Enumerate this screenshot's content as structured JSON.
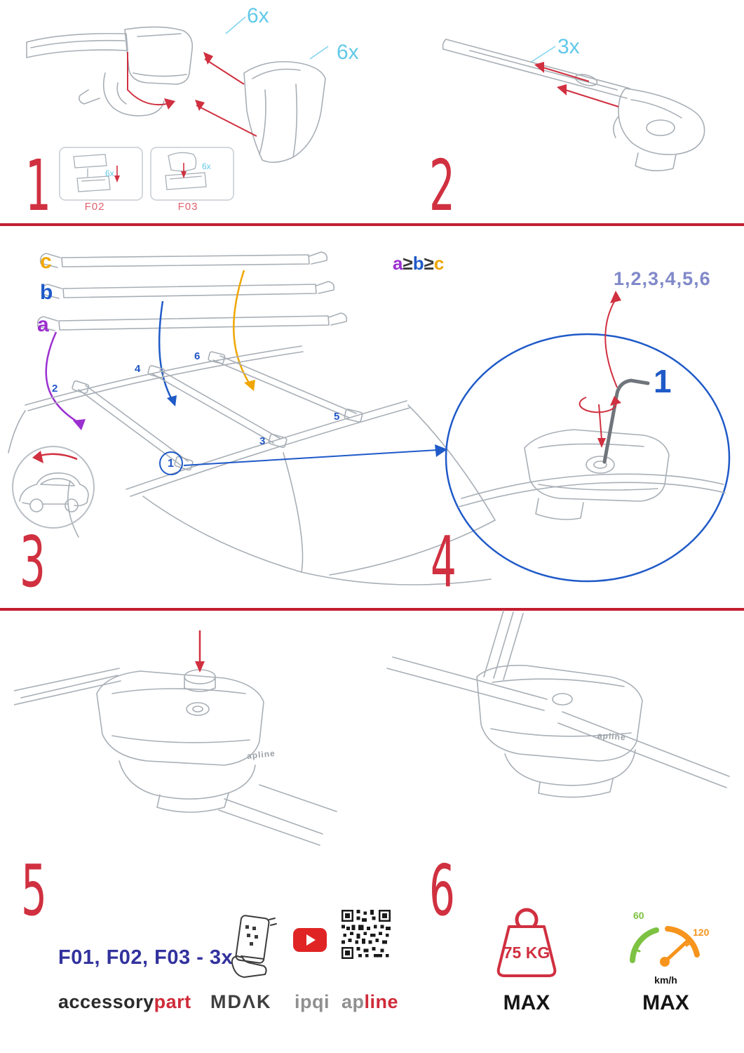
{
  "colors": {
    "red": "#d03040",
    "cyan": "#62c9e9",
    "blue": "#1f5ac8",
    "purple": "#9b30d0",
    "orange": "#efa600",
    "navy": "#32329e",
    "sketch_gray": "#a8afb6",
    "green": "#7dc242",
    "speed_orange": "#f7941d"
  },
  "step1": {
    "number": "1",
    "qty_clamp": "6x",
    "qty_cover": "6x",
    "box1": {
      "label": "F02",
      "qty": "6x"
    },
    "box2": {
      "label": "F03",
      "qty": "6x"
    }
  },
  "step2": {
    "number": "2",
    "qty": "3x"
  },
  "step3": {
    "number": "3",
    "bars": {
      "a": "a",
      "b": "b",
      "c": "c"
    },
    "rule": {
      "a": "a",
      "ge1": "≥",
      "b": "b",
      "ge2": "≥",
      "c": "c"
    },
    "positions": [
      "1",
      "2",
      "3",
      "4",
      "5",
      "6"
    ]
  },
  "step4": {
    "number": "4",
    "sequence": "1,2,3,4,5,6",
    "tool_label": "1"
  },
  "step5": {
    "number": "5"
  },
  "step6": {
    "number": "6"
  },
  "clamp_logo": "apline",
  "footer": {
    "parts_line": "F01, F02, F03 - 3x",
    "brands": {
      "accessory": "accessory",
      "part": "part",
      "mdak": "MDΛK",
      "ipqi": "ipqi",
      "ap": "ap",
      "line": "line"
    }
  },
  "limits": {
    "weight": {
      "value": "75 KG",
      "max": "MAX"
    },
    "speed": {
      "low": "60",
      "high": "120",
      "unit": "km/h",
      "max": "MAX"
    }
  }
}
